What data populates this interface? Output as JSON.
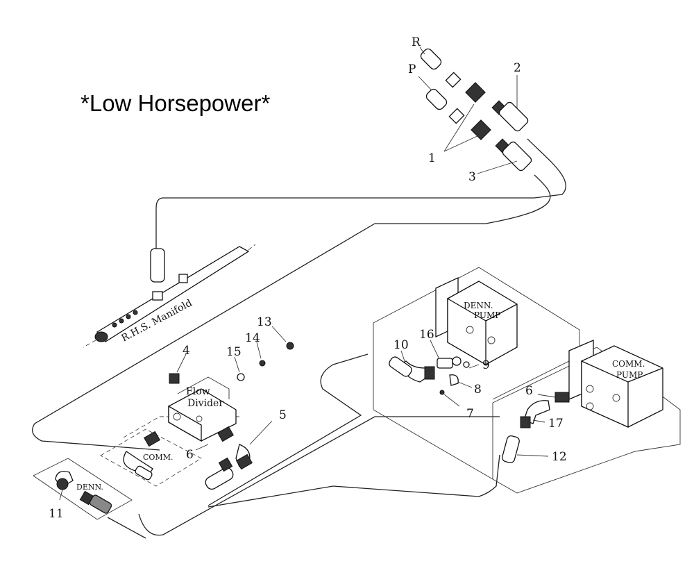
{
  "title": "*Low Horsepower*",
  "labels": {
    "R": "R",
    "P": "P",
    "manifold": "R.H.S. Manifold",
    "flow_divider_1": "Flow",
    "flow_divider_2": "Divider",
    "denn_pump_1": "DENN.",
    "denn_pump_2": "PUMP",
    "comm_pump_1": "COMM.",
    "comm_pump_2": "PUMP",
    "comm_box": "COMM.",
    "denn_box": "DENN."
  },
  "callouts": {
    "n1": "1",
    "n2": "2",
    "n3": "3",
    "n4": "4",
    "n5": "5",
    "n6a": "6",
    "n6b": "6",
    "n7": "7",
    "n8": "8",
    "n9": "9",
    "n10": "10",
    "n11": "11",
    "n12": "12",
    "n13": "13",
    "n14": "14",
    "n15": "15",
    "n16": "16",
    "n17": "17"
  }
}
